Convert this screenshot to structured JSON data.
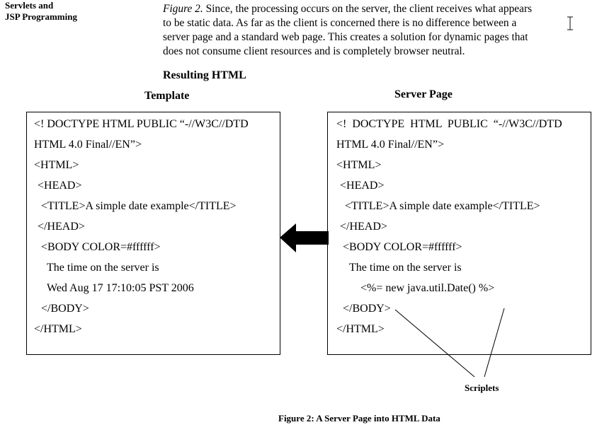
{
  "header": {
    "line1": "Servlets and",
    "line2": "JSP Programming"
  },
  "caption": {
    "figure_ref": "Figure 2.",
    "lines": [
      " Since, the processing occurs on the server, the client receives what appears",
      "to be static data. As far as the client is concerned there is no difference between a",
      "server page and a standard web page. This creates a solution for dynamic pages that",
      "does not consume client resources and is completely browser neutral."
    ]
  },
  "section_title": "Resulting HTML",
  "template": {
    "title": "Template",
    "lines": [
      "<! DOCTYPE HTML PUBLIC “-//W3C//DTD",
      "HTML 4.0 Final//EN”>",
      "<HTML>",
      "<HEAD>",
      "<TITLE>A simple date example</TITLE>",
      "</HEAD>",
      "<BODY COLOR=#ffffff>",
      "The time on the server is",
      "Wed Aug 17 17:10:05 PST 2006",
      "</BODY>",
      "</HTML>"
    ]
  },
  "server_page": {
    "title": "Server Page",
    "lines": [
      "<! DOCTYPE HTML PUBLIC “-//W3C//DTD",
      "HTML 4.0 Final//EN”>",
      "<HTML>",
      "<HEAD>",
      "<TITLE>A simple date example</TITLE>",
      "</HEAD>",
      "<BODY COLOR=#ffffff>",
      "The time on the server is",
      "<%= new java.util.Date() %>",
      "</BODY>",
      "</HTML>"
    ]
  },
  "annotation": "Scriplets",
  "figure_caption": "Figure 2:  A Server Page into HTML Data",
  "colors": {
    "text": "#000000",
    "background": "#ffffff"
  }
}
